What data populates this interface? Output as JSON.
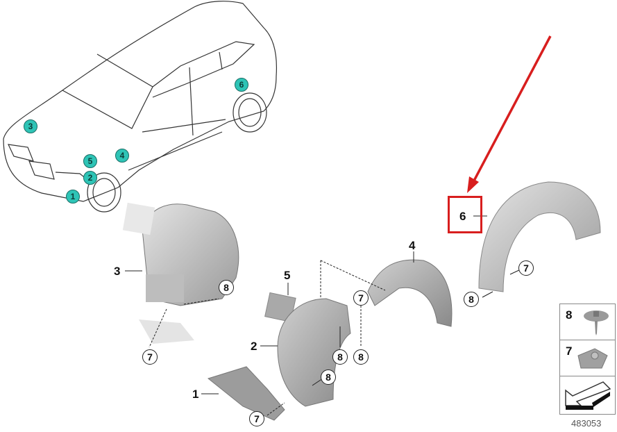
{
  "diagram": {
    "type": "parts-explosion",
    "subject": "Wheel arch trim / wheel housing liners",
    "image_id": "483053",
    "accent_color": "#d81e1e",
    "locator_color": "#2ec4b6",
    "locator_dots": [
      {
        "label": "1"
      },
      {
        "label": "2"
      },
      {
        "label": "3"
      },
      {
        "label": "4"
      },
      {
        "label": "5"
      },
      {
        "label": "6"
      }
    ],
    "callouts": {
      "part1": "1",
      "part2": "2",
      "part3": "3",
      "part4": "4",
      "part5": "5",
      "part6": "6"
    },
    "fastener_circles": {
      "seven": "7",
      "eight": "8"
    },
    "legend": [
      {
        "number": "8",
        "name": "clip-screw"
      },
      {
        "number": "7",
        "name": "nut-clip"
      },
      {
        "number": "",
        "name": "direction-arrow"
      }
    ],
    "highlight": {
      "part": "6",
      "box_color": "#d81e1e",
      "arrow_color": "#d81e1e"
    }
  }
}
